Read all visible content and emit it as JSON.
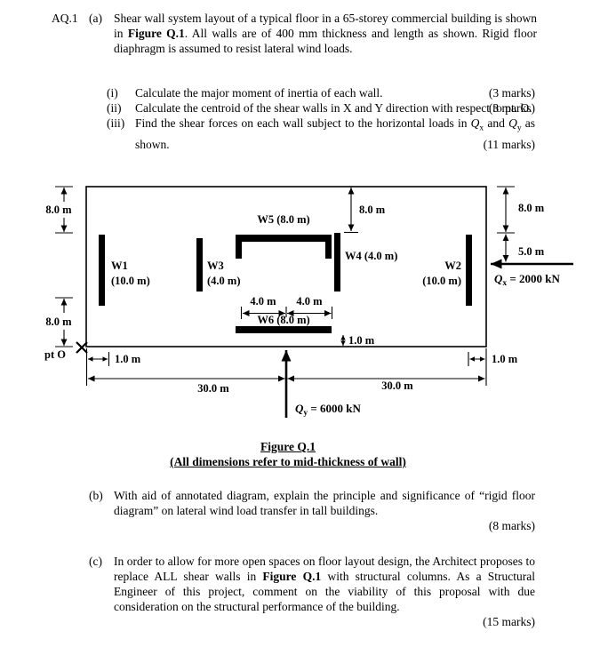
{
  "question": {
    "number": "AQ.1",
    "part_a": {
      "label": "(a)",
      "text1": "Shear wall system layout of a typical floor in a 65-storey commercial building is shown in ",
      "bold1": "Figure Q.1",
      "text2": ". All walls are of 400 mm thickness and length as shown. Rigid floor diaphragm is assumed to resist lateral wind loads.",
      "items": [
        {
          "label": "(i)",
          "text": "Calculate the major moment of inertia of each wall.",
          "marks": "(3 marks)"
        },
        {
          "label": "(ii)",
          "text": "Calculate the centroid of the shear walls in X and Y direction with respect to pt. O.",
          "marks": "(3 marks)"
        },
        {
          "label": "(iii)",
          "t1": "Find the shear forces on each wall subject to the horizontal loads in ",
          "q1": "Q",
          "s1": "x",
          "t2": " and ",
          "q2": "Q",
          "s2": "y",
          "t3": " as shown.",
          "marks": "(11 marks)"
        }
      ]
    },
    "part_b": {
      "label": "(b)",
      "text": "With aid of annotated diagram, explain the principle and significance of “rigid floor diagram” on lateral wind load transfer in tall buildings.",
      "marks": "(8 marks)"
    },
    "part_c": {
      "label": "(c)",
      "text1": "In order to allow for more open spaces on floor layout design, the Architect proposes to replace ALL shear walls in ",
      "bold1": "Figure Q.1",
      "text2": " with structural columns. As a Structural Engineer of this project, comment on the viability of this proposal with due consideration on the structural performance of the building.",
      "marks": "(15 marks)"
    }
  },
  "figure": {
    "caption_title": "Figure Q.1",
    "caption_note": "(All dimensions refer to mid-thickness of wall)",
    "point_label": "pt O",
    "walls": {
      "w1_name": "W1",
      "w1_len": "(10.0 m)",
      "w2_name": "W2",
      "w2_len": "(10.0 m)",
      "w3_name": "W3",
      "w3_len": "(4.0 m)",
      "w4_label": "W4 (4.0 m)",
      "w5_label": "W5 (8.0 m)",
      "w6_label": "W6 (8.0 m)"
    },
    "dims": {
      "left_top": "8.0 m",
      "left_bottom": "8.0 m",
      "top_center": "8.0 m",
      "right_top": "8.0 m",
      "right_5": "5.0 m",
      "w6_left": "4.0 m",
      "w6_right": "4.0 m",
      "w6_below": "1.0 m",
      "bottom_left": "1.0 m",
      "bottom_right": "1.0 m",
      "bottom_span_left": "30.0 m",
      "bottom_span_right": "30.0 m"
    },
    "loads": {
      "qx_q": "Q",
      "qx_sub": "x",
      "qx_rest": " = 2000 kN",
      "qy_q": "Q",
      "qy_sub": "y",
      "qy_rest": " = 6000 kN"
    }
  }
}
